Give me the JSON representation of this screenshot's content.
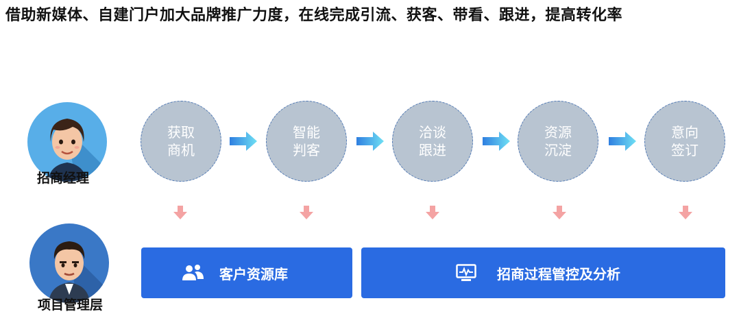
{
  "headline": "借助新媒体、自建门户加大品牌推广力度，在线完成引流、获客、带看、跟进，提高转化率",
  "roles": [
    {
      "label": "招商经理"
    },
    {
      "label": "项目管理层"
    }
  ],
  "steps": [
    {
      "line1": "获取",
      "line2": "商机"
    },
    {
      "line1": "智能",
      "line2": "判客"
    },
    {
      "line1": "洽谈",
      "line2": "跟进"
    },
    {
      "line1": "资源",
      "line2": "沉淀"
    },
    {
      "line1": "意向",
      "line2": "签订"
    }
  ],
  "panels": [
    {
      "label": "客户资源库",
      "icon": "users-icon"
    },
    {
      "label": "招商过程管控及分析",
      "icon": "monitor-chart-icon"
    }
  ],
  "colors": {
    "step_fill": "#b8c4d1",
    "step_border": "#4e77b4",
    "panel_fill": "#2a6be2",
    "down_arrow": "#f4a3a3",
    "flow_arrow": "#4fc6f0",
    "avatar_bg": "#58aee8"
  }
}
